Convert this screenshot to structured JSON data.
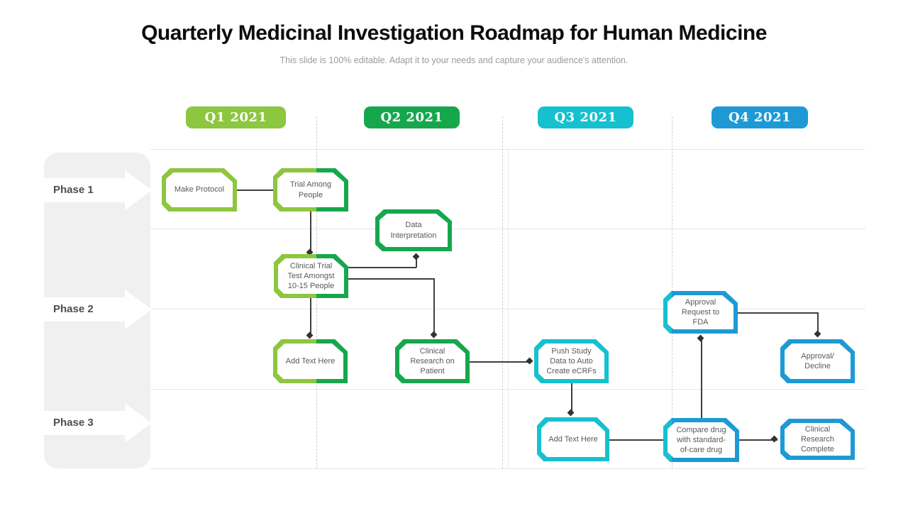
{
  "slide": {
    "title": "Quarterly Medicinal Investigation Roadmap for Human Medicine",
    "subtitle": "This slide is 100% editable. Adapt it to your needs and capture your audience's attention."
  },
  "colors": {
    "q1_light_green": "#8DC63F",
    "q2_dark_green": "#16A74D",
    "q3_teal": "#15C1CE",
    "q4_blue": "#1D9AD6",
    "connector": "#3f3f3f",
    "node_text": "#595959",
    "phase_text": "#4d4d4d"
  },
  "quarters": [
    {
      "label": "Q1 2021",
      "color": "#8DC63F"
    },
    {
      "label": "Q2 2021",
      "color": "#16A74D"
    },
    {
      "label": "Q3 2021",
      "color": "#15C1CE"
    },
    {
      "label": "Q4 2021",
      "color": "#1D9AD6"
    }
  ],
  "phases": [
    {
      "label": "Phase 1"
    },
    {
      "label": "Phase 2"
    },
    {
      "label": "Phase 3"
    }
  ],
  "nodes": [
    {
      "label": "Make Protocol",
      "phase": "Phase 1",
      "quarter": "Q1 2021",
      "border_colors": [
        "#8DC63F"
      ]
    },
    {
      "label": "Trial Among People",
      "phase": "Phase 1",
      "quarter": "Q1 2021",
      "border_colors": [
        "#8DC63F",
        "#16A74D"
      ]
    },
    {
      "label": "Data Interpretation",
      "phase": "Phase 1",
      "quarter": "Q2 2021",
      "border_colors": [
        "#16A74D"
      ]
    },
    {
      "label": "Clinical Trial Test Amongst 10-15 People",
      "phase": "Phase 2",
      "quarter": "Q1 2021",
      "border_colors": [
        "#8DC63F",
        "#16A74D"
      ]
    },
    {
      "label": "Add Text Here",
      "phase": "Phase 2",
      "quarter": "Q1 2021",
      "border_colors": [
        "#8DC63F",
        "#16A74D"
      ]
    },
    {
      "label": "Clinical Research on Patient",
      "phase": "Phase 2",
      "quarter": "Q2 2021",
      "border_colors": [
        "#16A74D"
      ]
    },
    {
      "label": "Push Study Data to Auto Create eCRFs",
      "phase": "Phase 2",
      "quarter": "Q3 2021",
      "border_colors": [
        "#15C1CE"
      ]
    },
    {
      "label": "Approval Request to FDA",
      "phase": "Phase 2",
      "quarter": "Q4 2021",
      "border_colors": [
        "#15C1CE",
        "#1D9AD6"
      ]
    },
    {
      "label": "Approval/ Decline",
      "phase": "Phase 2",
      "quarter": "Q4 2021",
      "border_colors": [
        "#1D9AD6"
      ]
    },
    {
      "label": "Add Text Here",
      "phase": "Phase 3",
      "quarter": "Q3 2021",
      "border_colors": [
        "#15C1CE"
      ]
    },
    {
      "label": "Compare drug with standard-of-care drug",
      "phase": "Phase 3",
      "quarter": "Q4 2021",
      "border_colors": [
        "#15C1CE",
        "#1D9AD6"
      ]
    },
    {
      "label": "Clinical Research Complete",
      "phase": "Phase 3",
      "quarter": "Q4 2021",
      "border_colors": [
        "#1D9AD6"
      ]
    }
  ]
}
